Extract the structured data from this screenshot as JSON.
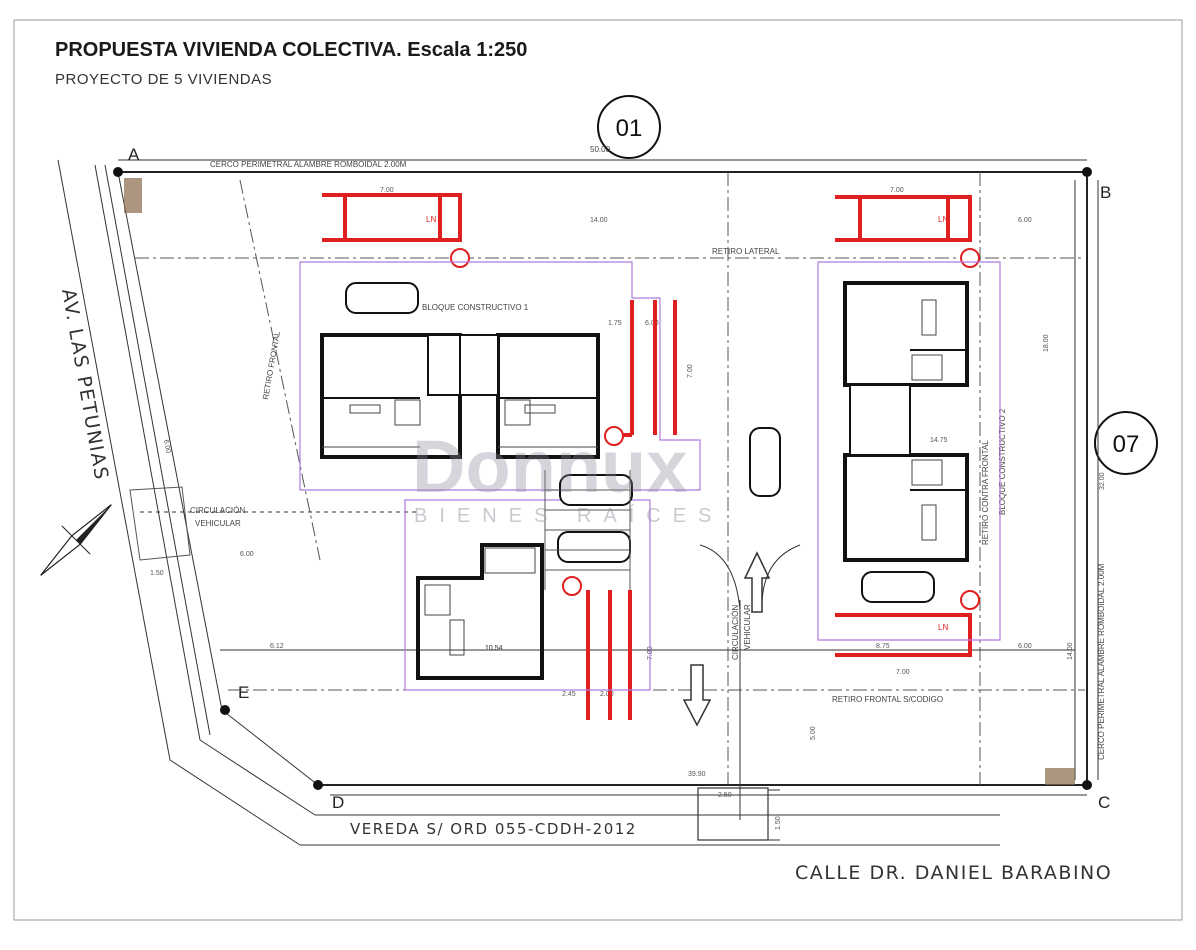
{
  "header": {
    "title": "PROPUESTA VIVIENDA COLECTIVA.  Escala 1:250",
    "subtitle": "PROYECTO DE 5 VIVIENDAS"
  },
  "badges": {
    "top": "01",
    "right": "07"
  },
  "corners": {
    "a": "A",
    "b": "B",
    "c": "C",
    "d": "D",
    "e": "E"
  },
  "streets": {
    "avenue": "AV. LAS PETUNIAS",
    "sidewalk": "VEREDA S/ ORD 055-CDDH-2012",
    "calle": "CALLE DR. DANIEL BARABINO"
  },
  "annotations": {
    "fence_top": "CERCO PERIMETRAL ALAMBRE ROMBOIDAL 2.00M",
    "fence_right": "CERCO PERIMETRAL ALAMBRE ROMBOIDAL 2.00M",
    "retiro_lateral": "RETIRO LATERAL",
    "retiro_frontal": "RETIRO FRONTAL",
    "retiro_frontal_codigo": "RETIRO FRONTAL S/CODIGO",
    "retiro_contra_frontal": "RETIRO CONTRA FRONTAL",
    "bloque_1": "BLOQUE CONSTRUCTIVO 1",
    "bloque_2": "BLOQUE CONSTRUCTIVO 2",
    "circulacion_vehicular_1": "CIRCULACIÓN",
    "circulacion_vehicular_2": "VEHICULAR",
    "circulacion_vertical_1": "CIRCULACIÓN",
    "circulacion_vertical_2": "VEHICULAR",
    "ln": "LN"
  },
  "dimensions": {
    "top_total": "50.00",
    "d1": "7.00",
    "d2": "14.00",
    "d3": "7.00",
    "d4": "6.00",
    "d5": "1.75",
    "d6": "6.00",
    "d7": "7.00",
    "d8": "18.00",
    "d9": "14.75",
    "d10": "6.00",
    "d11": "6.12",
    "d12": "10.54",
    "d13": "2.45",
    "d14": "2.00",
    "d15": "7.00",
    "d16": "8.75",
    "d17": "6.00",
    "d18": "7.00",
    "d19": "39.90",
    "d20": "2.50",
    "d21": "1.50",
    "d22": "5.00",
    "d23": "32.00",
    "d24": "14.00",
    "d25": "6.00",
    "d26": "1.50"
  },
  "watermark": {
    "brand": "Donnux",
    "sub": "BIENES RAÍCES"
  },
  "colors": {
    "red_line": "#e02020",
    "purple_line": "#b07be0",
    "ink": "#111111"
  }
}
